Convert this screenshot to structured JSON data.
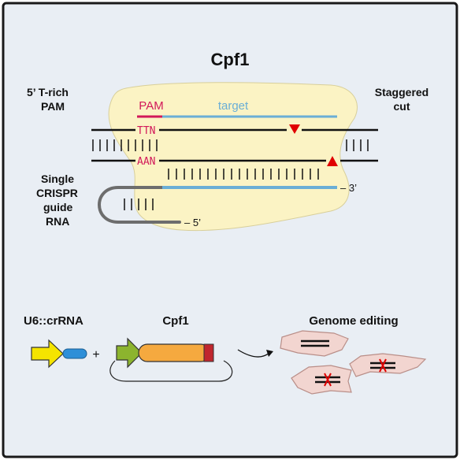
{
  "title": "Cpf1",
  "left_labels": {
    "pam_line1": "5’ T-rich",
    "pam_line2": "PAM",
    "guide_line1": "Single",
    "guide_line2": "CRISPR",
    "guide_line3": "guide",
    "guide_line4": "RNA"
  },
  "right_labels": {
    "cut_line1": "Staggered",
    "cut_line2": "cut"
  },
  "dna": {
    "pam_label": "PAM",
    "target_label": "target",
    "top_seq": "TTN",
    "bottom_seq": "AAN",
    "end_3prime": "– 3’",
    "end_5prime": "– 5’"
  },
  "bottom": {
    "crrna_label": "U6::crRNA",
    "plus": "+",
    "cpf1_label": "Cpf1",
    "editing_label": "Genome editing"
  },
  "colors": {
    "background": "#e9eef4",
    "border": "#1a1a1a",
    "protein": "#fbf3c4",
    "pam": "#d2195a",
    "target": "#6aaed6",
    "guide_loop": "#6d6d6d",
    "cut": "#e00000",
    "arrow_yellow": "#f5e400",
    "arrow_green": "#8cb42e",
    "crrna_blue": "#2e8fd8",
    "cpf1_orange": "#f5a93f",
    "nls_red": "#c0262e",
    "cell": "#f2d5d0",
    "cell_stroke": "#b98e88"
  }
}
